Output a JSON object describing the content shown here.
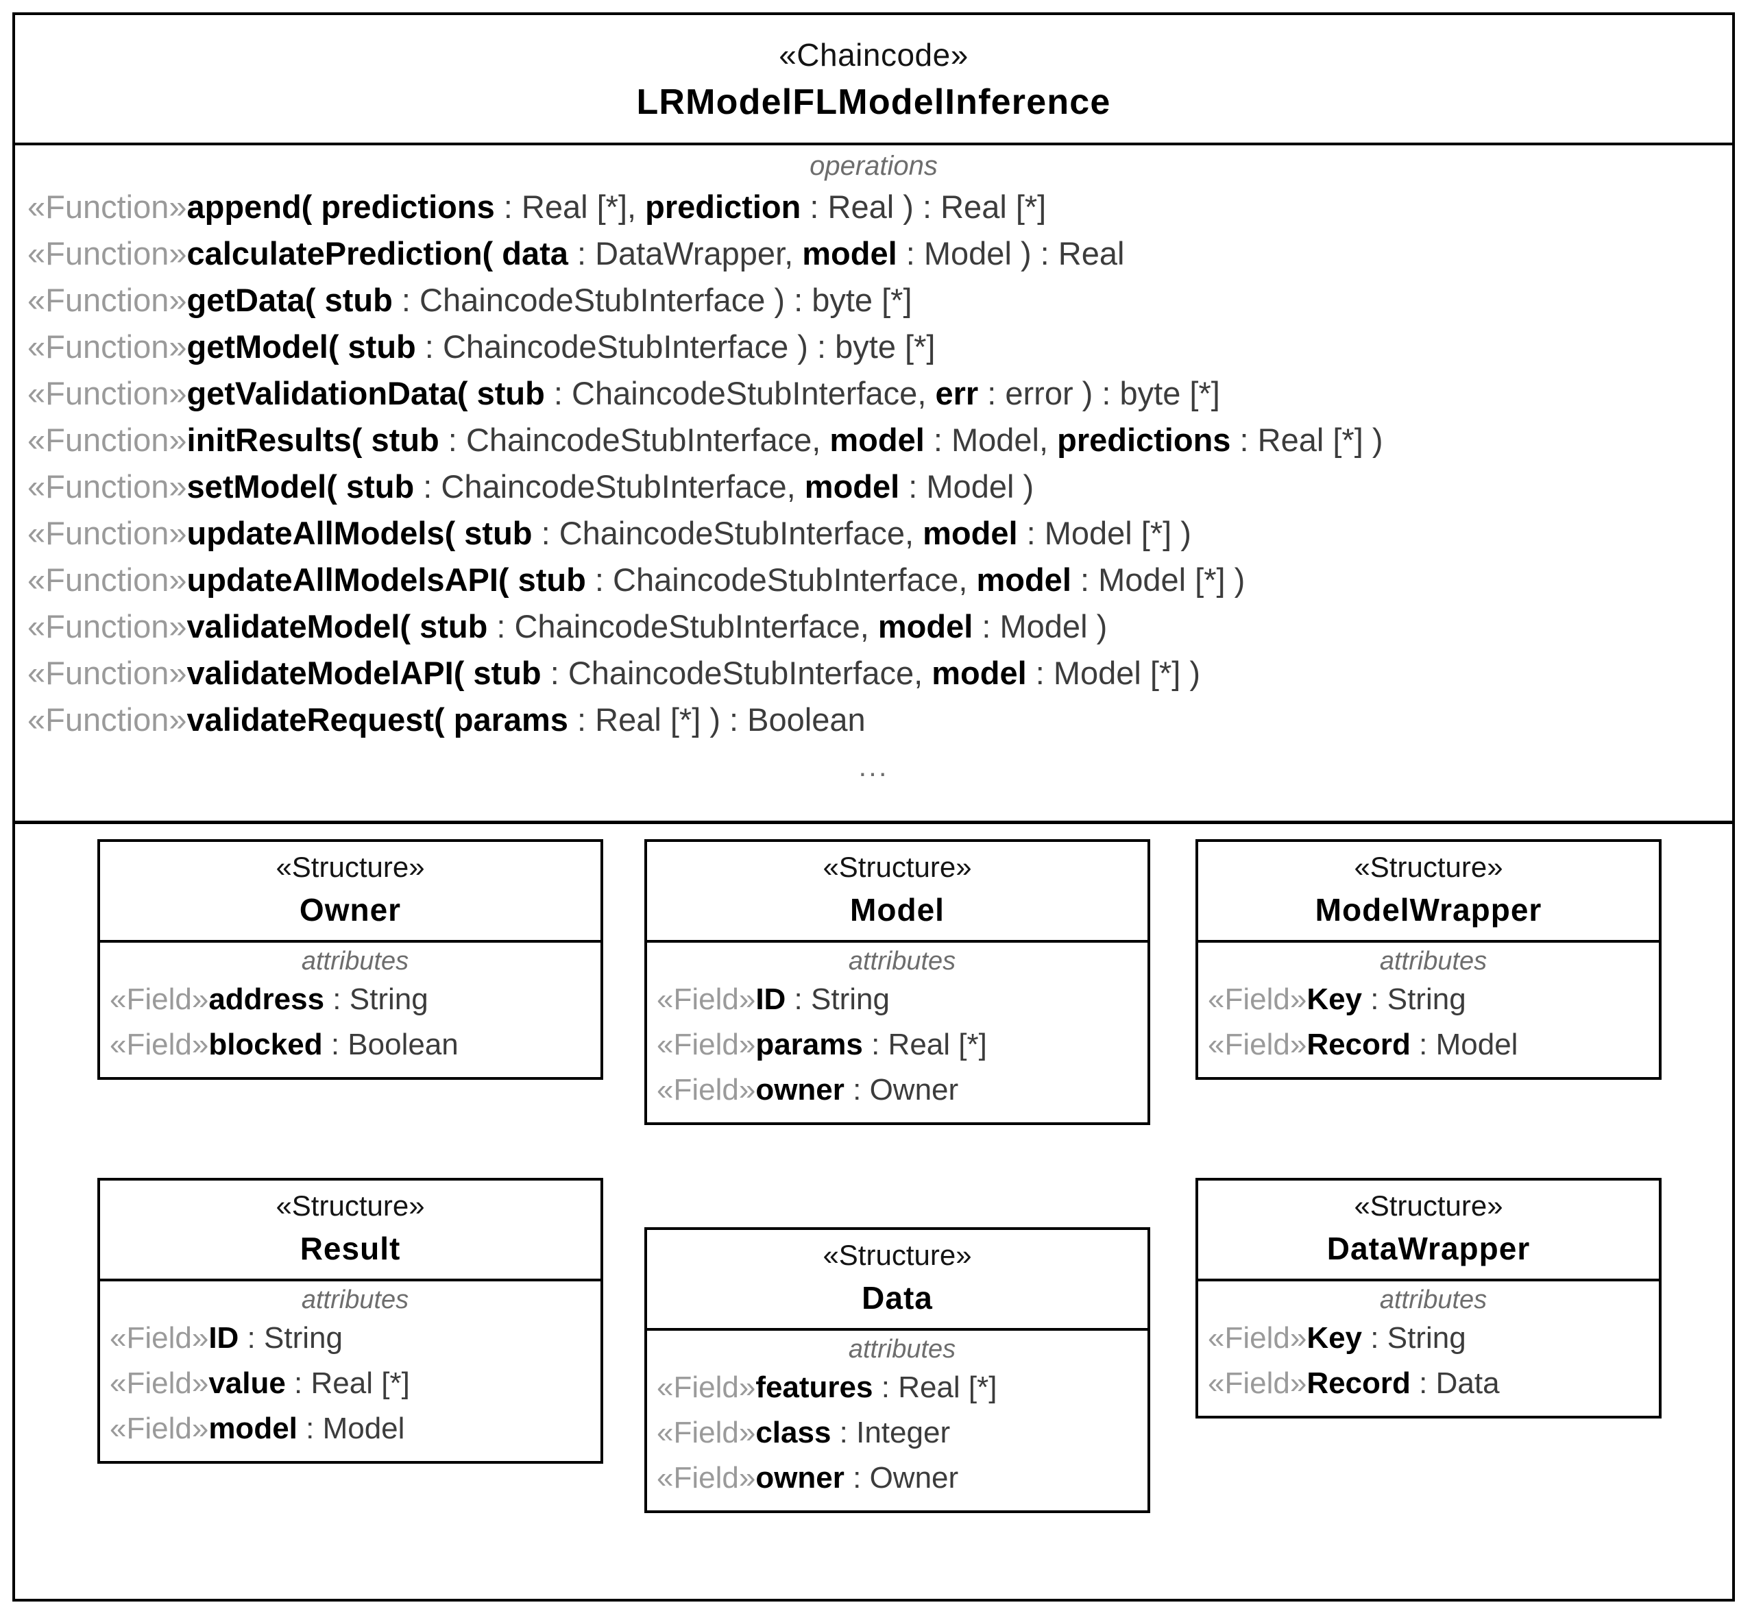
{
  "diagram": {
    "type": "uml-class-diagram",
    "classifier": {
      "stereotype": "«Chaincode»",
      "name": "LRModelFLModelInference",
      "operations_label": "operations",
      "operations_overflow": "...",
      "operations": [
        {
          "stereotype": "«Function»",
          "name": "append(",
          "params": " predictions : Real [*], prediction : Real ",
          "text": "«Function»append( predictions : Real [*], prediction : Real ) : Real [*]",
          "parts": [
            {
              "t": "«Function»",
              "s": "kw"
            },
            {
              "t": "append(",
              "s": "nm"
            },
            {
              "t": " ",
              "s": "ty"
            },
            {
              "t": "predictions",
              "s": "nm"
            },
            {
              "t": " : ",
              "s": "ty"
            },
            {
              "t": "Real [*]",
              "s": "ty"
            },
            {
              "t": ", ",
              "s": "ty"
            },
            {
              "t": "prediction",
              "s": "nm"
            },
            {
              "t": " : ",
              "s": "ty"
            },
            {
              "t": "Real",
              "s": "ty"
            },
            {
              "t": " ) : ",
              "s": "ty"
            },
            {
              "t": "Real [*]",
              "s": "ty"
            }
          ]
        },
        {
          "stereotype": "«Function»",
          "name": "calculatePrediction(",
          "text": "«Function»calculatePrediction( data : DataWrapper, model : Model ) : Real",
          "parts": [
            {
              "t": "«Function»",
              "s": "kw"
            },
            {
              "t": "calculatePrediction(",
              "s": "nm"
            },
            {
              "t": " ",
              "s": "ty"
            },
            {
              "t": "data",
              "s": "nm"
            },
            {
              "t": " : ",
              "s": "ty"
            },
            {
              "t": "DataWrapper",
              "s": "ty"
            },
            {
              "t": ", ",
              "s": "ty"
            },
            {
              "t": "model",
              "s": "nm"
            },
            {
              "t": " : ",
              "s": "ty"
            },
            {
              "t": "Model",
              "s": "ty"
            },
            {
              "t": " ) : ",
              "s": "ty"
            },
            {
              "t": "Real",
              "s": "ty"
            }
          ]
        },
        {
          "stereotype": "«Function»",
          "name": "getData(",
          "text": "«Function»getData( stub : ChaincodeStubInterface ) : byte [*]",
          "parts": [
            {
              "t": "«Function»",
              "s": "kw"
            },
            {
              "t": "getData(",
              "s": "nm"
            },
            {
              "t": " ",
              "s": "ty"
            },
            {
              "t": "stub",
              "s": "nm"
            },
            {
              "t": " : ",
              "s": "ty"
            },
            {
              "t": "ChaincodeStubInterface",
              "s": "ty"
            },
            {
              "t": " ) : ",
              "s": "ty"
            },
            {
              "t": "byte [*]",
              "s": "ty"
            }
          ]
        },
        {
          "stereotype": "«Function»",
          "name": "getModel(",
          "text": "«Function»getModel( stub : ChaincodeStubInterface ) : byte [*]",
          "parts": [
            {
              "t": "«Function»",
              "s": "kw"
            },
            {
              "t": "getModel(",
              "s": "nm"
            },
            {
              "t": " ",
              "s": "ty"
            },
            {
              "t": "stub",
              "s": "nm"
            },
            {
              "t": " : ",
              "s": "ty"
            },
            {
              "t": "ChaincodeStubInterface",
              "s": "ty"
            },
            {
              "t": " ) : ",
              "s": "ty"
            },
            {
              "t": "byte [*]",
              "s": "ty"
            }
          ]
        },
        {
          "stereotype": "«Function»",
          "name": "getValidationData(",
          "text": "«Function»getValidationData( stub : ChaincodeStubInterface, err : error ) : byte [*]",
          "parts": [
            {
              "t": "«Function»",
              "s": "kw"
            },
            {
              "t": "getValidationData(",
              "s": "nm"
            },
            {
              "t": " ",
              "s": "ty"
            },
            {
              "t": "stub",
              "s": "nm"
            },
            {
              "t": " : ",
              "s": "ty"
            },
            {
              "t": "ChaincodeStubInterface",
              "s": "ty"
            },
            {
              "t": ", ",
              "s": "ty"
            },
            {
              "t": "err",
              "s": "nm"
            },
            {
              "t": " : ",
              "s": "ty"
            },
            {
              "t": "error",
              "s": "ty"
            },
            {
              "t": " ) : ",
              "s": "ty"
            },
            {
              "t": "byte [*]",
              "s": "ty"
            }
          ]
        },
        {
          "stereotype": "«Function»",
          "name": "initResults(",
          "text": "«Function»initResults( stub : ChaincodeStubInterface, model : Model, predictions : Real [*] )",
          "parts": [
            {
              "t": "«Function»",
              "s": "kw"
            },
            {
              "t": "initResults(",
              "s": "nm"
            },
            {
              "t": " ",
              "s": "ty"
            },
            {
              "t": "stub",
              "s": "nm"
            },
            {
              "t": " : ",
              "s": "ty"
            },
            {
              "t": "ChaincodeStubInterface",
              "s": "ty"
            },
            {
              "t": ", ",
              "s": "ty"
            },
            {
              "t": "model",
              "s": "nm"
            },
            {
              "t": " : ",
              "s": "ty"
            },
            {
              "t": "Model",
              "s": "ty"
            },
            {
              "t": ", ",
              "s": "ty"
            },
            {
              "t": "predictions",
              "s": "nm"
            },
            {
              "t": " : ",
              "s": "ty"
            },
            {
              "t": "Real [*]",
              "s": "ty"
            },
            {
              "t": " )",
              "s": "ty"
            }
          ]
        },
        {
          "stereotype": "«Function»",
          "name": "setModel(",
          "text": "«Function»setModel( stub : ChaincodeStubInterface, model : Model )",
          "parts": [
            {
              "t": "«Function»",
              "s": "kw"
            },
            {
              "t": "setModel(",
              "s": "nm"
            },
            {
              "t": " ",
              "s": "ty"
            },
            {
              "t": "stub",
              "s": "nm"
            },
            {
              "t": " : ",
              "s": "ty"
            },
            {
              "t": "ChaincodeStubInterface",
              "s": "ty"
            },
            {
              "t": ", ",
              "s": "ty"
            },
            {
              "t": "model",
              "s": "nm"
            },
            {
              "t": " : ",
              "s": "ty"
            },
            {
              "t": "Model",
              "s": "ty"
            },
            {
              "t": " )",
              "s": "ty"
            }
          ]
        },
        {
          "stereotype": "«Function»",
          "name": "updateAllModels(",
          "text": "«Function»updateAllModels( stub : ChaincodeStubInterface, model : Model [*] )",
          "parts": [
            {
              "t": "«Function»",
              "s": "kw"
            },
            {
              "t": "updateAllModels(",
              "s": "nm"
            },
            {
              "t": " ",
              "s": "ty"
            },
            {
              "t": "stub",
              "s": "nm"
            },
            {
              "t": " : ",
              "s": "ty"
            },
            {
              "t": "ChaincodeStubInterface",
              "s": "ty"
            },
            {
              "t": ", ",
              "s": "ty"
            },
            {
              "t": "model",
              "s": "nm"
            },
            {
              "t": " : ",
              "s": "ty"
            },
            {
              "t": "Model [*]",
              "s": "ty"
            },
            {
              "t": " )",
              "s": "ty"
            }
          ]
        },
        {
          "stereotype": "«Function»",
          "name": "updateAllModelsAPI(",
          "text": "«Function»updateAllModelsAPI( stub : ChaincodeStubInterface, model : Model [*] )",
          "parts": [
            {
              "t": "«Function»",
              "s": "kw"
            },
            {
              "t": "updateAllModelsAPI(",
              "s": "nm"
            },
            {
              "t": " ",
              "s": "ty"
            },
            {
              "t": "stub",
              "s": "nm"
            },
            {
              "t": " : ",
              "s": "ty"
            },
            {
              "t": "ChaincodeStubInterface",
              "s": "ty"
            },
            {
              "t": ", ",
              "s": "ty"
            },
            {
              "t": "model",
              "s": "nm"
            },
            {
              "t": " : ",
              "s": "ty"
            },
            {
              "t": "Model [*]",
              "s": "ty"
            },
            {
              "t": " )",
              "s": "ty"
            }
          ]
        },
        {
          "stereotype": "«Function»",
          "name": "validateModel(",
          "text": "«Function»validateModel( stub : ChaincodeStubInterface, model : Model )",
          "parts": [
            {
              "t": "«Function»",
              "s": "kw"
            },
            {
              "t": "validateModel(",
              "s": "nm"
            },
            {
              "t": " ",
              "s": "ty"
            },
            {
              "t": "stub",
              "s": "nm"
            },
            {
              "t": " : ",
              "s": "ty"
            },
            {
              "t": "ChaincodeStubInterface",
              "s": "ty"
            },
            {
              "t": ", ",
              "s": "ty"
            },
            {
              "t": "model",
              "s": "nm"
            },
            {
              "t": " : ",
              "s": "ty"
            },
            {
              "t": "Model",
              "s": "ty"
            },
            {
              "t": " )",
              "s": "ty"
            }
          ]
        },
        {
          "stereotype": "«Function»",
          "name": "validateModelAPI(",
          "text": "«Function»validateModelAPI( stub : ChaincodeStubInterface, model : Model [*] )",
          "parts": [
            {
              "t": "«Function»",
              "s": "kw"
            },
            {
              "t": "validateModelAPI(",
              "s": "nm"
            },
            {
              "t": " ",
              "s": "ty"
            },
            {
              "t": "stub",
              "s": "nm"
            },
            {
              "t": " : ",
              "s": "ty"
            },
            {
              "t": "ChaincodeStubInterface",
              "s": "ty"
            },
            {
              "t": ", ",
              "s": "ty"
            },
            {
              "t": "model",
              "s": "nm"
            },
            {
              "t": " : ",
              "s": "ty"
            },
            {
              "t": "Model [*]",
              "s": "ty"
            },
            {
              "t": " )",
              "s": "ty"
            }
          ]
        },
        {
          "stereotype": "«Function»",
          "name": "validateRequest(",
          "text": "«Function»validateRequest( params : Real [*] ) : Boolean",
          "parts": [
            {
              "t": "«Function»",
              "s": "kw"
            },
            {
              "t": "validateRequest(",
              "s": "nm"
            },
            {
              "t": " ",
              "s": "ty"
            },
            {
              "t": "params",
              "s": "nm"
            },
            {
              "t": " : ",
              "s": "ty"
            },
            {
              "t": "Real [*]",
              "s": "ty"
            },
            {
              "t": " ) : ",
              "s": "ty"
            },
            {
              "t": "Boolean",
              "s": "ty"
            }
          ]
        }
      ]
    },
    "structures": [
      {
        "id": "owner",
        "stereotype": "«Structure»",
        "name": "Owner",
        "attributes_label": "attributes",
        "attributes": [
          {
            "stereotype": "«Field»",
            "name": "address",
            "type": "String",
            "text": "«Field»address : String"
          },
          {
            "stereotype": "«Field»",
            "name": "blocked",
            "type": "Boolean",
            "text": "«Field»blocked : Boolean"
          }
        ]
      },
      {
        "id": "result",
        "stereotype": "«Structure»",
        "name": "Result",
        "attributes_label": "attributes",
        "attributes": [
          {
            "stereotype": "«Field»",
            "name": "ID",
            "type": "String",
            "text": "«Field»ID : String"
          },
          {
            "stereotype": "«Field»",
            "name": "value",
            "type": "Real [*]",
            "text": "«Field»value : Real [*]"
          },
          {
            "stereotype": "«Field»",
            "name": "model",
            "type": "Model",
            "text": "«Field»model : Model"
          }
        ]
      },
      {
        "id": "model",
        "stereotype": "«Structure»",
        "name": "Model",
        "attributes_label": "attributes",
        "attributes": [
          {
            "stereotype": "«Field»",
            "name": "ID",
            "type": "String",
            "text": "«Field»ID : String"
          },
          {
            "stereotype": "«Field»",
            "name": "params",
            "type": "Real [*]",
            "text": "«Field»params : Real [*]"
          },
          {
            "stereotype": "«Field»",
            "name": "owner",
            "type": "Owner",
            "text": "«Field»owner : Owner"
          }
        ]
      },
      {
        "id": "data",
        "stereotype": "«Structure»",
        "name": "Data",
        "attributes_label": "attributes",
        "attributes": [
          {
            "stereotype": "«Field»",
            "name": "features",
            "type": "Real [*]",
            "text": "«Field»features : Real [*]"
          },
          {
            "stereotype": "«Field»",
            "name": "class",
            "type": "Integer",
            "text": "«Field»class : Integer"
          },
          {
            "stereotype": "«Field»",
            "name": "owner",
            "type": "Owner",
            "text": "«Field»owner : Owner"
          }
        ]
      },
      {
        "id": "modelwrapper",
        "stereotype": "«Structure»",
        "name": "ModelWrapper",
        "attributes_label": "attributes",
        "attributes": [
          {
            "stereotype": "«Field»",
            "name": "Key",
            "type": "String",
            "text": "«Field»Key : String"
          },
          {
            "stereotype": "«Field»",
            "name": "Record",
            "type": "Model",
            "text": "«Field»Record : Model"
          }
        ]
      },
      {
        "id": "datawrapper",
        "stereotype": "«Structure»",
        "name": "DataWrapper",
        "attributes_label": "attributes",
        "attributes": [
          {
            "stereotype": "«Field»",
            "name": "Key",
            "type": "String",
            "text": "«Field»Key : String"
          },
          {
            "stereotype": "«Field»",
            "name": "Record",
            "type": "Data",
            "text": "«Field»Record : Data"
          }
        ]
      }
    ],
    "colors": {
      "border": "#000000",
      "background": "#ffffff",
      "stereotype_gray": "#9a9a9a",
      "label_gray": "#6d6d6d",
      "text_black": "#000000"
    }
  }
}
